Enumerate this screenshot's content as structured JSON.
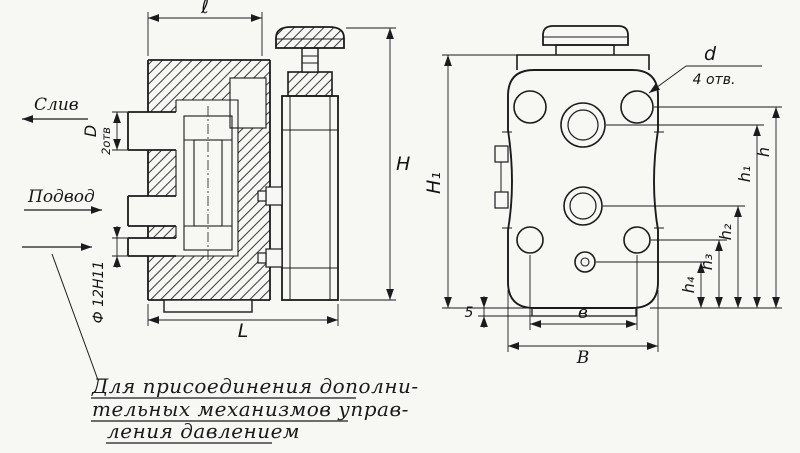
{
  "labels": {
    "sliv": "Слив",
    "podvod": "Подвод",
    "ell": "ℓ",
    "D": "D",
    "otv2": "2отв",
    "f12": "Ф 12Н11",
    "H": "H",
    "L": "L",
    "H1": "H₁",
    "d": "d",
    "otv4": "4 отв.",
    "five": "5",
    "v_lower": "в",
    "V_upper": "В",
    "h": "h",
    "h1": "h₁",
    "h2": "h₂",
    "h3": "h₃",
    "h4": "h₄"
  },
  "note": {
    "line1": "Для присоединения дополни-",
    "line2": "тельных механизмов управ-",
    "line3": "ления давлением"
  },
  "colors": {
    "ink": "#1b1b1b",
    "paper": "#f7f7f4"
  }
}
